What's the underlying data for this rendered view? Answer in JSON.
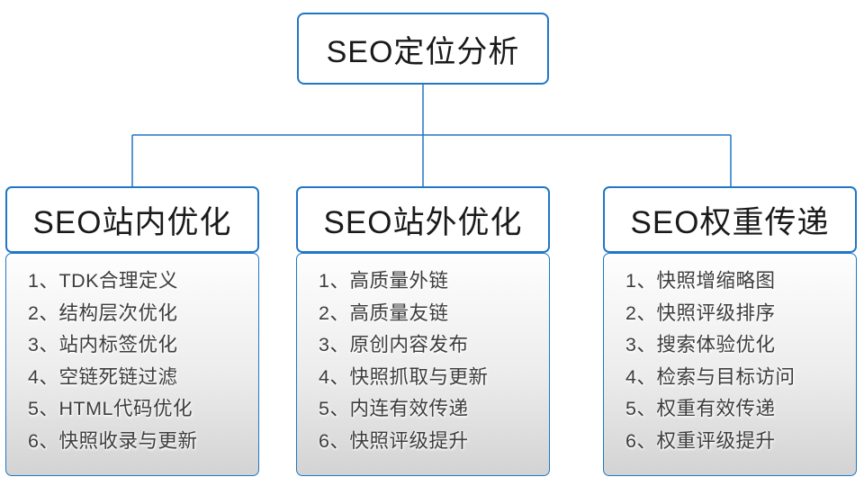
{
  "diagram": {
    "root": {
      "label": "SEO定位分析"
    },
    "columns": [
      {
        "id": "onsite-optimization",
        "title": "SEO站内优化",
        "items": [
          "1、TDK合理定义",
          "2、结构层次优化",
          "3、站内标签优化",
          "4、空链死链过滤",
          "5、HTML代码优化",
          "6、快照收录与更新"
        ]
      },
      {
        "id": "offsite-optimization",
        "title": "SEO站外优化",
        "items": [
          "1、高质量外链",
          "2、高质量友链",
          "3、原创内容发布",
          "4、快照抓取与更新",
          "5、内连有效传递",
          "6、快照评级提升"
        ]
      },
      {
        "id": "weight-transfer",
        "title": "SEO权重传递",
        "items": [
          "1、快照增缩略图",
          "2、快照评级排序",
          "3、搜索体验优化",
          "4、检索与目标访问",
          "5、权重有效传递",
          "6、权重评级提升"
        ]
      }
    ]
  },
  "colors": {
    "line_blue": "#2177C7",
    "box_border": "#2177C7",
    "list_gradient_top": "#FEFEFE",
    "list_gradient_bottom": "#D3D3D3",
    "header_text": "#1A1A1A",
    "item_text": "#3D3D3D",
    "background": "#FFFFFF"
  }
}
